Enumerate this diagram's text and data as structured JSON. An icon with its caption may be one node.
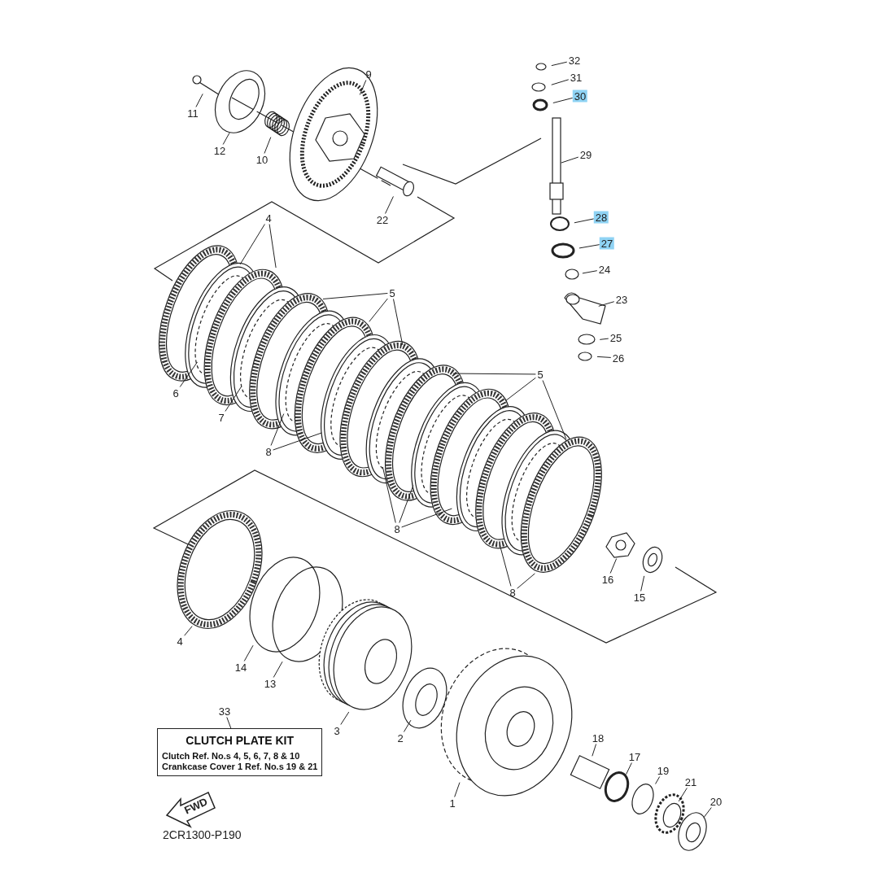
{
  "diagram": {
    "nodes": [
      {
        "text": [
          "32"
        ]
      },
      {
        "text": [
          "31"
        ]
      },
      {
        "text": [
          "30"
        ]
      },
      {
        "text": [
          "9"
        ]
      },
      {
        "text": [
          "11"
        ]
      },
      {
        "text": [
          "12"
        ]
      },
      {
        "text": [
          "10"
        ]
      },
      {
        "text": [
          "29"
        ]
      },
      {
        "text": [
          "22"
        ]
      },
      {
        "text": [
          "4"
        ]
      },
      {
        "text": [
          "28"
        ]
      },
      {
        "text": [
          "27"
        ]
      },
      {
        "text": [
          "24"
        ]
      },
      {
        "text": [
          "5"
        ]
      },
      {
        "text": [
          "23"
        ]
      },
      {
        "text": [
          "25"
        ]
      },
      {
        "text": [
          "26"
        ]
      },
      {
        "text": [
          "6"
        ]
      },
      {
        "text": [
          "7"
        ]
      },
      {
        "text": [
          "5"
        ]
      },
      {
        "text": [
          "8"
        ]
      },
      {
        "text": [
          "8"
        ]
      },
      {
        "text": [
          "16"
        ]
      },
      {
        "text": [
          "8"
        ]
      },
      {
        "text": [
          "15"
        ]
      },
      {
        "text": [
          "4"
        ]
      },
      {
        "text": [
          "14"
        ]
      },
      {
        "text": [
          "13"
        ]
      },
      {
        "text": [
          "33"
        ]
      },
      {
        "text": [
          "CLUTCH PLATE KIT",
          "Clutch Ref. No.s 4, 5, 6, 7, 8 & 10",
          "Crankcase Cover 1 Ref. No.s 19 & 21"
        ]
      },
      {
        "text": [
          "3"
        ]
      },
      {
        "text": [
          "2"
        ]
      },
      {
        "text": [
          "18"
        ]
      },
      {
        "text": [
          "17"
        ]
      },
      {
        "text": [
          "19"
        ]
      },
      {
        "text": [
          "21"
        ]
      },
      {
        "text": [
          "1"
        ]
      },
      {
        "text": [
          "20"
        ]
      }
    ],
    "edges": [
      {
        "from": 0,
        "to": null,
        "arrow": "none"
      },
      {
        "from": 1,
        "to": null,
        "arrow": "none"
      },
      {
        "from": 2,
        "to": null,
        "arrow": "none"
      },
      {
        "from": 3,
        "to": null,
        "arrow": "none"
      },
      {
        "from": 4,
        "to": null,
        "arrow": "none"
      },
      {
        "from": 5,
        "to": null,
        "arrow": "none"
      },
      {
        "from": 6,
        "to": null,
        "arrow": "none"
      },
      {
        "from": 7,
        "to": null,
        "arrow": "none"
      },
      {
        "from": 8,
        "to": null,
        "arrow": "none"
      },
      {
        "from": 9,
        "to": null,
        "arrow": "none"
      },
      {
        "from": 9,
        "to": null,
        "arrow": "none"
      },
      {
        "from": 10,
        "to": null,
        "arrow": "none"
      },
      {
        "from": 11,
        "to": null,
        "arrow": "none"
      },
      {
        "from": 12,
        "to": null,
        "arrow": "none"
      },
      {
        "from": 13,
        "to": null,
        "arrow": "none"
      },
      {
        "from": 13,
        "to": null,
        "arrow": "none"
      },
      {
        "from": 13,
        "to": null,
        "arrow": "none"
      },
      {
        "from": 14,
        "to": null,
        "arrow": "none"
      },
      {
        "from": 15,
        "to": null,
        "arrow": "none"
      },
      {
        "from": 16,
        "to": null,
        "arrow": "none"
      },
      {
        "from": 17,
        "to": null,
        "arrow": "none"
      },
      {
        "from": 18,
        "to": null,
        "arrow": "none"
      },
      {
        "from": 19,
        "to": null,
        "arrow": "none"
      },
      {
        "from": 19,
        "to": null,
        "arrow": "none"
      },
      {
        "from": 19,
        "to": null,
        "arrow": "none"
      },
      {
        "from": 20,
        "to": null,
        "arrow": "none"
      },
      {
        "from": 20,
        "to": null,
        "arrow": "none"
      },
      {
        "from": 21,
        "to": null,
        "arrow": "none"
      },
      {
        "from": 21,
        "to": null,
        "arrow": "none"
      },
      {
        "from": 21,
        "to": null,
        "arrow": "none"
      },
      {
        "from": 22,
        "to": null,
        "arrow": "none"
      },
      {
        "from": 23,
        "to": null,
        "arrow": "none"
      },
      {
        "from": 23,
        "to": null,
        "arrow": "none"
      },
      {
        "from": 24,
        "to": null,
        "arrow": "none"
      },
      {
        "from": 25,
        "to": null,
        "arrow": "none"
      },
      {
        "from": 26,
        "to": null,
        "arrow": "none"
      },
      {
        "from": 27,
        "to": null,
        "arrow": "none"
      },
      {
        "from": 28,
        "to": 29,
        "arrow": "none"
      },
      {
        "from": 30,
        "to": null,
        "arrow": "none"
      },
      {
        "from": 31,
        "to": null,
        "arrow": "none"
      },
      {
        "from": 32,
        "to": null,
        "arrow": "none"
      },
      {
        "from": 33,
        "to": null,
        "arrow": "none"
      },
      {
        "from": 34,
        "to": null,
        "arrow": "none"
      },
      {
        "from": 35,
        "to": null,
        "arrow": "none"
      },
      {
        "from": 36,
        "to": null,
        "arrow": "none"
      },
      {
        "from": 37,
        "to": null,
        "arrow": "none"
      }
    ],
    "labels": [
      "FWD",
      "2CR1300-P190"
    ]
  }
}
